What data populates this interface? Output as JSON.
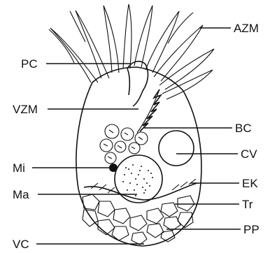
{
  "labels": {
    "azm": "AZM",
    "pc": "PC",
    "vzm": "VZM",
    "bc": "BC",
    "cv": "CV",
    "mi": "Mi",
    "ek": "EK",
    "ma": "Ma",
    "tr": "Tr",
    "pp": "PP",
    "vc": "VC"
  },
  "colors": {
    "ink": "#111111",
    "background": "#ffffff"
  }
}
